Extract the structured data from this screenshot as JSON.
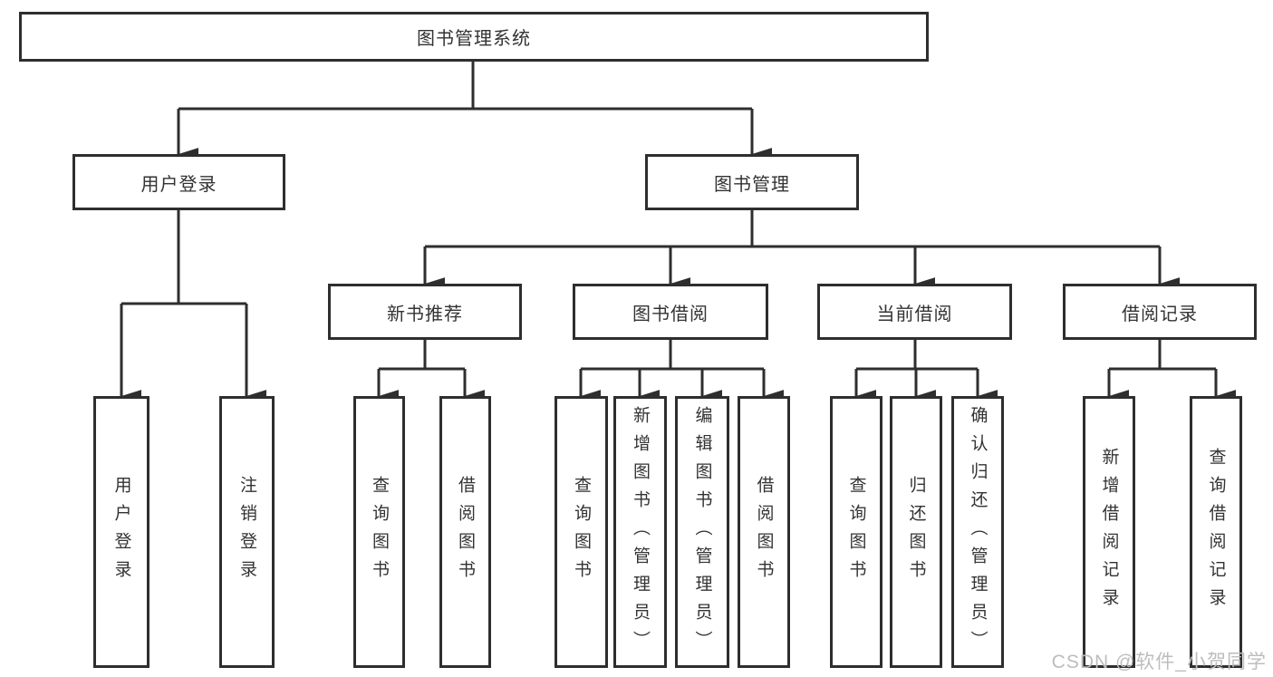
{
  "diagram": {
    "title": "图书管理系统",
    "level2": {
      "user_login": "用户登录",
      "book_management": "图书管理"
    },
    "level3": {
      "new_book_recommend": "新书推荐",
      "book_borrow": "图书借阅",
      "current_borrow": "当前借阅",
      "borrow_records": "借阅记录"
    },
    "leaves": {
      "user_login": "用户登录",
      "logout": "注销登录",
      "nbr_query_books": "查询图书",
      "nbr_borrow_books": "借阅图书",
      "bb_query_books": "查询图书",
      "bb_add_books_admin": "新增图书（管理员）",
      "bb_edit_books_admin": "编辑图书（管理员）",
      "bb_borrow_books": "借阅图书",
      "cb_query_books": "查询图书",
      "cb_return_books": "归还图书",
      "cb_confirm_return_admin": "确认归还（管理员）",
      "br_add_record": "新增借阅记录",
      "br_query_record": "查询借阅记录"
    },
    "hierarchy": {
      "图书管理系统": [
        "用户登录",
        "图书管理"
      ],
      "用户登录": [
        "用户登录",
        "注销登录"
      ],
      "图书管理": [
        "新书推荐",
        "图书借阅",
        "当前借阅",
        "借阅记录"
      ],
      "新书推荐": [
        "查询图书",
        "借阅图书"
      ],
      "图书借阅": [
        "查询图书",
        "新增图书（管理员）",
        "编辑图书（管理员）",
        "借阅图书"
      ],
      "当前借阅": [
        "查询图书",
        "归还图书",
        "确认归还（管理员）"
      ],
      "借阅记录": [
        "新增借阅记录",
        "查询借阅记录"
      ]
    }
  },
  "watermark": "CSDN @软件_小贺同学",
  "colors": {
    "line": "#2e2e2e",
    "box_border": "#2e2e2e",
    "text": "#333333",
    "watermark": "#bdbdbd",
    "background": "#ffffff"
  }
}
